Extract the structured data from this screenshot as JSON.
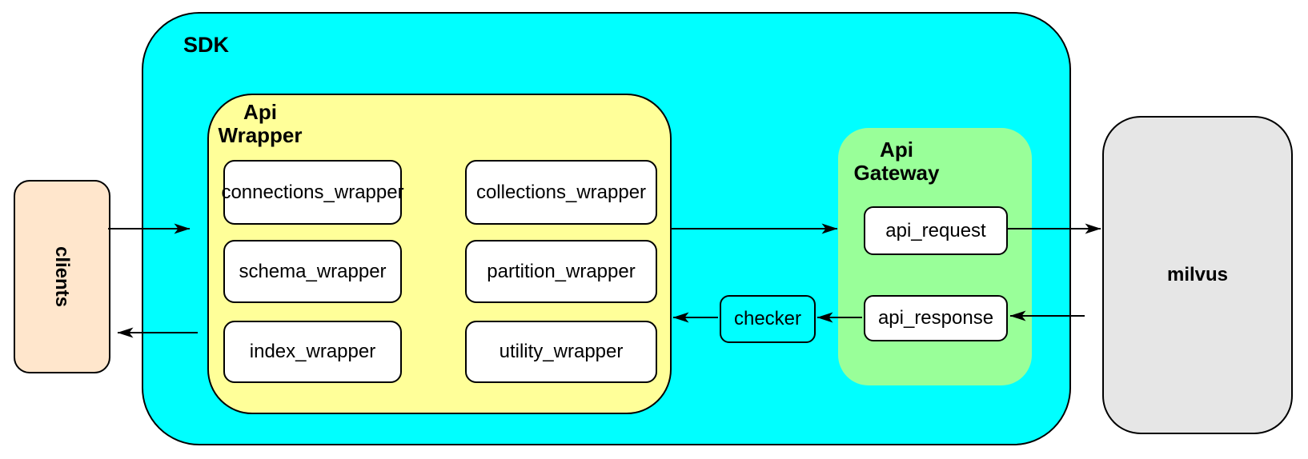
{
  "diagram_type": "architecture-diagram",
  "colors": {
    "sdk_fill": "#00FFFF",
    "api_wrapper_fill": "#FFFF99",
    "api_gateway_fill": "#99FF99",
    "clients_fill": "#FFE6CC",
    "milvus_fill": "#E6E6E6",
    "node_fill": "#FFFFFF",
    "line_color": "#000000"
  },
  "nodes": {
    "clients": {
      "label": "clients"
    },
    "sdk": {
      "label": "SDK"
    },
    "api_wrapper": {
      "label": "Api\nWrapper",
      "children": [
        {
          "label": "connections_wrapper"
        },
        {
          "label": "collections_wrapper"
        },
        {
          "label": "schema_wrapper"
        },
        {
          "label": "partition_wrapper"
        },
        {
          "label": "index_wrapper"
        },
        {
          "label": "utility_wrapper"
        }
      ]
    },
    "checker": {
      "label": "checker"
    },
    "api_gateway": {
      "label": "Api\nGateway",
      "children": [
        {
          "label": "api_request"
        },
        {
          "label": "api_response"
        }
      ]
    },
    "milvus": {
      "label": "milvus"
    }
  },
  "edges": [
    {
      "from": "clients",
      "to": "api_wrapper"
    },
    {
      "from": "api_wrapper",
      "to": "clients"
    },
    {
      "from": "api_wrapper",
      "to": "api_gateway"
    },
    {
      "from": "api_request",
      "to": "milvus"
    },
    {
      "from": "milvus",
      "to": "api_response"
    },
    {
      "from": "api_response",
      "to": "checker"
    },
    {
      "from": "checker",
      "to": "api_wrapper"
    }
  ]
}
